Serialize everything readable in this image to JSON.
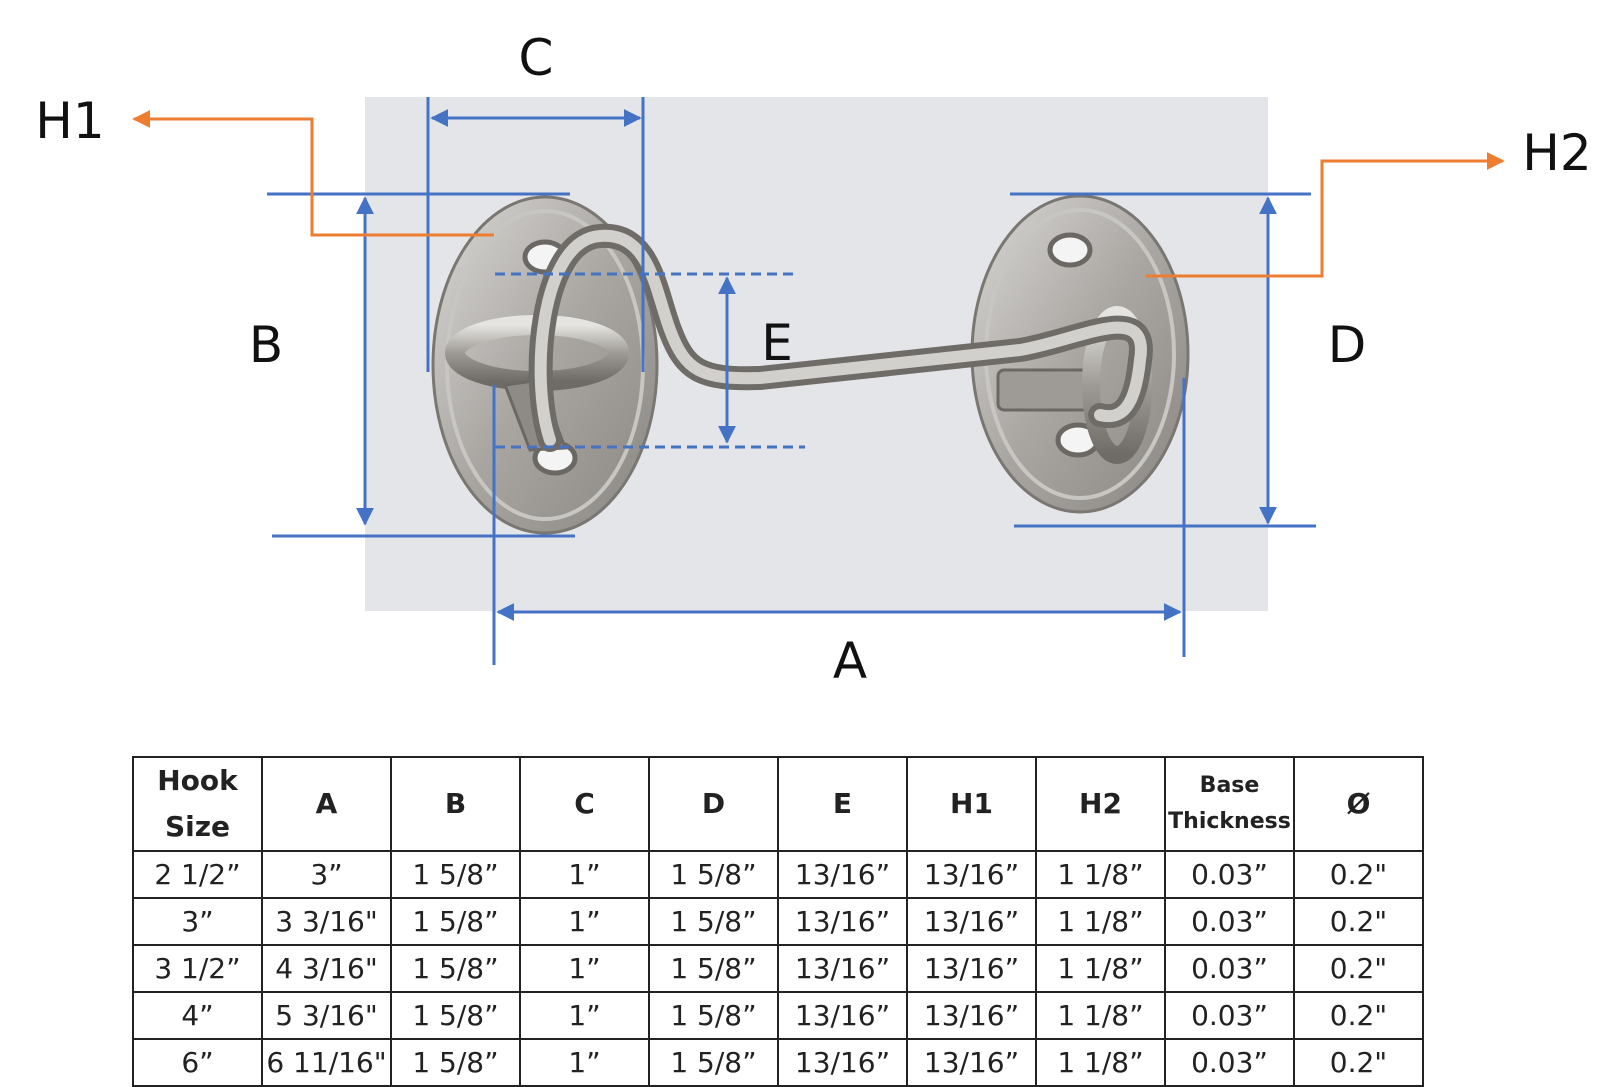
{
  "diagram": {
    "labels": {
      "A": "A",
      "B": "B",
      "C": "C",
      "D": "D",
      "E": "E",
      "H1": "H1",
      "H2": "H2"
    },
    "colors": {
      "dimension_line": "#4472c4",
      "callout_line": "#ed7d31",
      "photo_background": "#e4e5e8",
      "metal": "#b7b5b2"
    }
  },
  "table": {
    "headers": [
      "Hook Size",
      "A",
      "B",
      "C",
      "D",
      "E",
      "H1",
      "H2",
      "Base Thickness",
      "Ø"
    ],
    "rows": [
      [
        "2 1/2”",
        "3”",
        "1 5/8”",
        "1”",
        "1 5/8”",
        "13/16”",
        "13/16”",
        "1 1/8”",
        "0.03”",
        "0.2\""
      ],
      [
        "3”",
        "3 3/16\"",
        "1 5/8”",
        "1”",
        "1 5/8”",
        "13/16”",
        "13/16”",
        "1 1/8”",
        "0.03”",
        "0.2\""
      ],
      [
        "3 1/2”",
        "4 3/16\"",
        "1 5/8”",
        "1”",
        "1 5/8”",
        "13/16”",
        "13/16”",
        "1 1/8”",
        "0.03”",
        "0.2\""
      ],
      [
        "4”",
        "5 3/16\"",
        "1 5/8”",
        "1”",
        "1 5/8”",
        "13/16”",
        "13/16”",
        "1 1/8”",
        "0.03”",
        "0.2\""
      ],
      [
        "6”",
        "6 11/16\"",
        "1 5/8”",
        "1”",
        "1 5/8”",
        "13/16”",
        "13/16”",
        "1 1/8”",
        "0.03”",
        "0.2\""
      ]
    ]
  }
}
